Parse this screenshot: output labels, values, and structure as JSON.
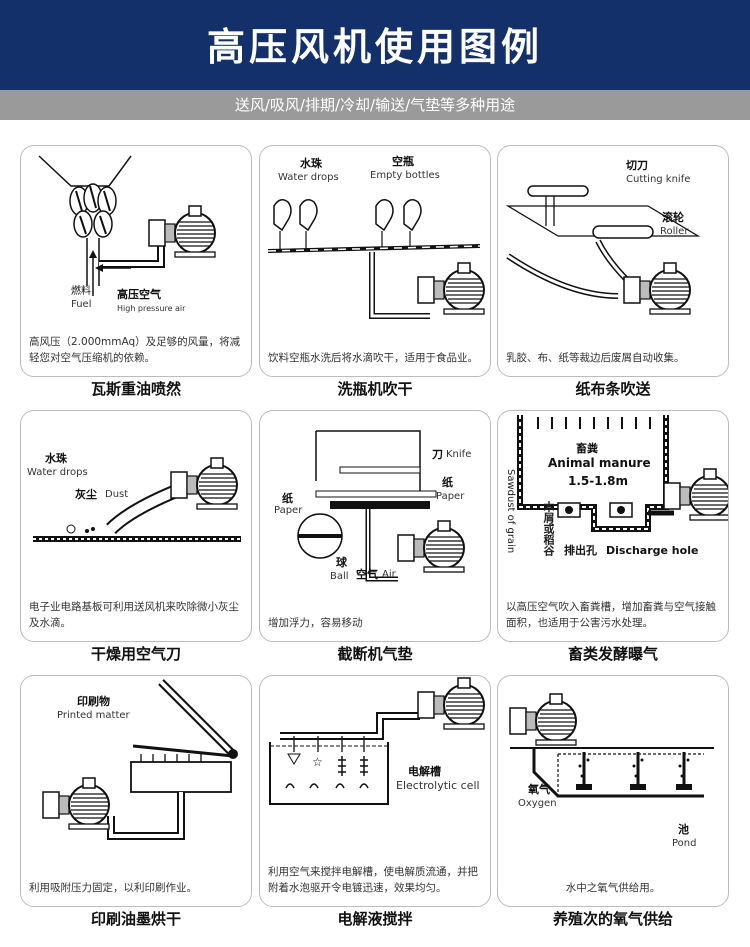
{
  "header": {
    "title": "高压风机使用图例",
    "subtitle": "送风/吸风/排期/冷却/输送/气垫等多种用途"
  },
  "cards": [
    {
      "caption": "瓦斯重油喷然",
      "desc": "高风压（2.000mmAq）及足够的风量，将减轻您对空气压缩机的依赖。",
      "labels": {
        "fuel_cn": "燃料",
        "fuel_en": "Fuel",
        "air_cn": "高压空气",
        "air_en": "High pressure air"
      }
    },
    {
      "caption": "洗瓶机吹干",
      "desc": "饮料空瓶水洗后将水滴吹干，适用于食品业。",
      "labels": {
        "drops_cn": "水珠",
        "drops_en": "Water drops",
        "bottles_cn": "空瓶",
        "bottles_en": "Empty bottles"
      }
    },
    {
      "caption": "纸布条吹送",
      "desc": "乳胶、布、纸等裁边后废屑自动收集。",
      "labels": {
        "knife_cn": "切刀",
        "knife_en": "Cutting knife",
        "roller_cn": "滚轮",
        "roller_en": "Roller"
      }
    },
    {
      "caption": "干燥用空气刀",
      "desc": "电子业电路基板可利用送风机来吹除微小灰尘及水滴。",
      "labels": {
        "drops_cn": "水珠",
        "drops_en": "Water drops",
        "dust_cn": "灰尘",
        "dust_en": "Dust"
      }
    },
    {
      "caption": "截断机气垫",
      "desc": "增加浮力，容易移动",
      "labels": {
        "knife_cn": "刀",
        "knife_en": "Knife",
        "paper_cn": "纸",
        "paper_en": "Paper",
        "paper2_cn": "纸",
        "paper2_en": "Paper",
        "ball_cn": "球",
        "ball_en": "Ball",
        "air_cn": "空气",
        "air_en": "Air"
      }
    },
    {
      "caption": "畜类发酵曝气",
      "desc": "以高压空气吹入畜粪槽，增加畜粪与空气接触面积，也适用于公害污水处理。",
      "labels": {
        "manure_cn": "畜粪",
        "manure_en": "Animal manure",
        "depth": "1.5-1.8m",
        "sawdust_cn": "木屑或稻谷",
        "sawdust_en": "Sawdust of grain",
        "hole_cn": "排出孔",
        "hole_en": "Discharge hole"
      }
    },
    {
      "caption": "印刷油墨烘干",
      "desc": "利用吸附压力固定，以利印刷作业。",
      "labels": {
        "printed_cn": "印刷物",
        "printed_en": "Printed matter"
      }
    },
    {
      "caption": "电解液搅拌",
      "desc": "利用空气来搅拌电解槽，使电解质流通，并把附着水泡驱开令电镀迅速，效果均匀。",
      "labels": {
        "cell_cn": "电解槽",
        "cell_en": "Electrolytic cell"
      }
    },
    {
      "caption": "养殖次的氧气供给",
      "desc": "水中之氧气供给用。",
      "labels": {
        "oxygen_cn": "氧气",
        "oxygen_en": "Oxygen",
        "pond_cn": "池",
        "pond_en": "Pond"
      }
    }
  ]
}
